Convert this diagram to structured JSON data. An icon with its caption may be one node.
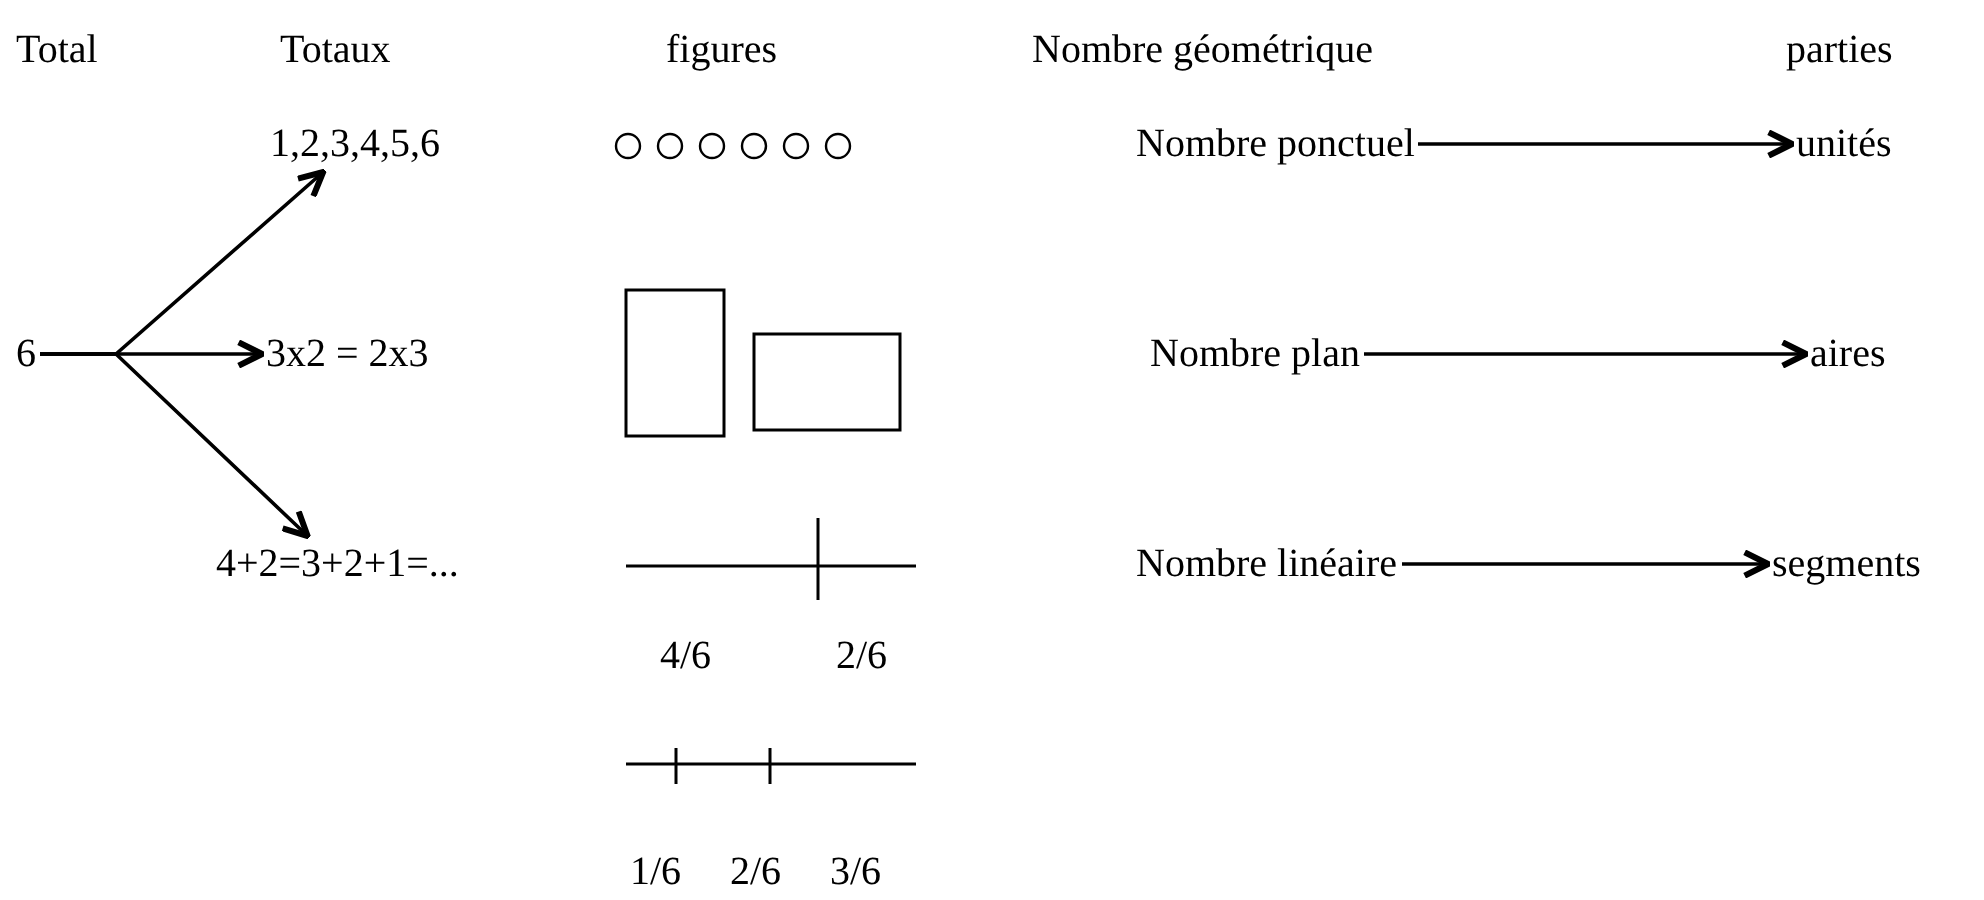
{
  "diagram": {
    "nodes": [
      {
        "text": [
          "6"
        ]
      },
      {
        "text": [
          "1,2,3,4,5,6"
        ]
      },
      {
        "text": [
          "3x2 = 2x3"
        ]
      },
      {
        "text": [
          "4+2=3+2+1=..."
        ]
      },
      {
        "text": [
          "Nombre ponctuel"
        ]
      },
      {
        "text": [
          "unités"
        ]
      },
      {
        "text": [
          "Nombre plan"
        ]
      },
      {
        "text": [
          "aires"
        ]
      },
      {
        "text": [
          "Nombre linéaire"
        ]
      },
      {
        "text": [
          "segments"
        ]
      }
    ],
    "edges": [
      {
        "from": 0,
        "to": 1,
        "arrow": "to"
      },
      {
        "from": 0,
        "to": 2,
        "arrow": "to"
      },
      {
        "from": 0,
        "to": 3,
        "arrow": "to"
      },
      {
        "from": 4,
        "to": 5,
        "arrow": "to"
      },
      {
        "from": 6,
        "to": 7,
        "arrow": "to"
      },
      {
        "from": 8,
        "to": 9,
        "arrow": "to"
      }
    ],
    "labels": [
      "Total",
      "Totaux",
      "figures",
      "Nombre géométrique",
      "parties",
      "4/6",
      "2/6",
      "1/6",
      "2/6",
      "3/6"
    ]
  }
}
